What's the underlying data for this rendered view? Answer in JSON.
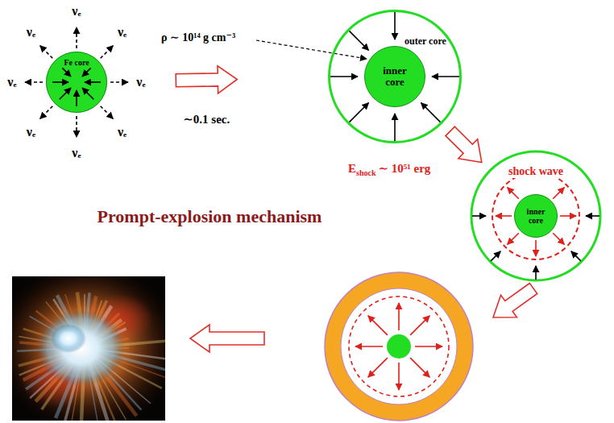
{
  "diagram": {
    "title": "Prompt-explosion mechanism",
    "nodes": [
      {
        "text": [
          "Fe core"
        ]
      },
      {
        "text": [
          "outer core"
        ]
      },
      {
        "text": [
          "inner core"
        ],
        "in": 1
      },
      {
        "text": [
          "shock wave"
        ]
      },
      {
        "text": [
          "inner core"
        ],
        "in": 3
      }
    ],
    "edges": [
      {
        "from": 0,
        "to": 1,
        "arrow": "to",
        "label": "∼0.1 sec."
      },
      {
        "from": 1,
        "to": 3,
        "arrow": "to"
      }
    ],
    "labels": [
      "νₑ",
      "νₑ",
      "νₑ",
      "νₑ",
      "νₑ",
      "νₑ",
      "νₑ",
      "νₑ",
      "ρ ∼ 10¹⁴ g cm⁻³",
      "E",
      "shock",
      "∼ 10⁵¹ erg"
    ]
  }
}
